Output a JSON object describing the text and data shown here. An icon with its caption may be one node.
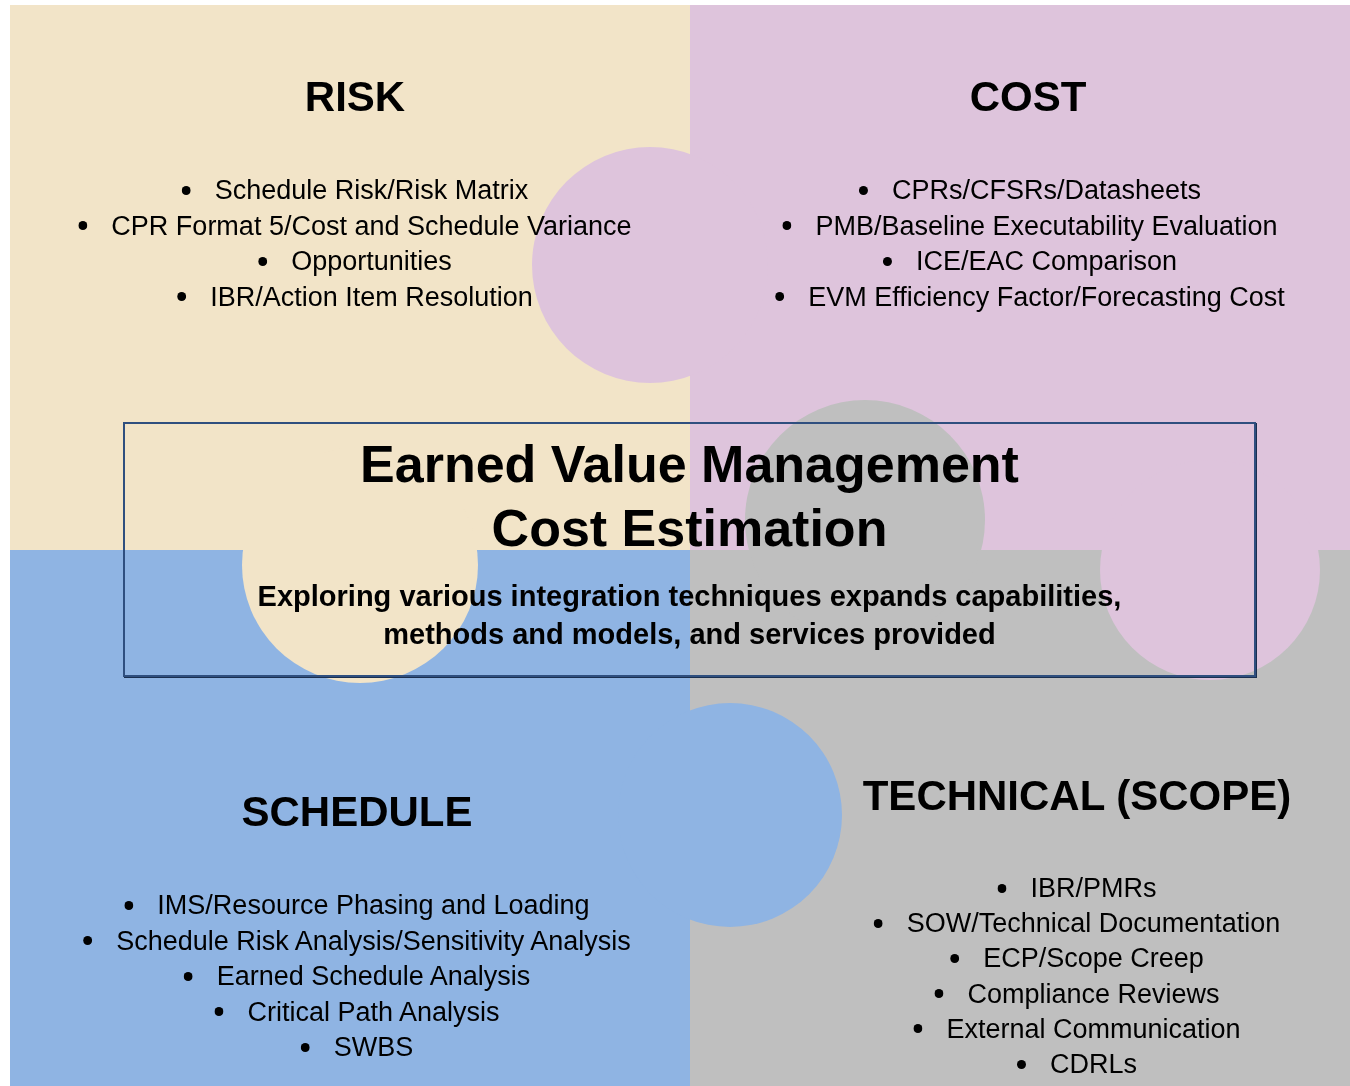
{
  "diagram": {
    "nodes": [
      {
        "text": [
          "RISK",
          "Schedule Risk/Risk Matrix",
          "CPR Format 5/Cost and Schedule Variance",
          "Opportunities",
          "IBR/Action Item Resolution"
        ]
      },
      {
        "text": [
          "COST",
          "CPRs/CFSRs/Datasheets",
          "PMB/Baseline Executability Evaluation",
          "ICE/EAC Comparison",
          "EVM Efficiency Factor/Forecasting Cost"
        ]
      },
      {
        "text": [
          "SCHEDULE",
          "IMS/Resource Phasing and Loading",
          "Schedule Risk Analysis/Sensitivity Analysis",
          "Earned Schedule Analysis",
          "Critical Path Analysis",
          "SWBS"
        ]
      },
      {
        "text": [
          "TECHNICAL (SCOPE)",
          "IBR/PMRs",
          "SOW/Technical Documentation",
          "ECP/Scope Creep",
          "Compliance Reviews",
          "External Communication",
          "CDRLs"
        ]
      },
      {
        "text": [
          "Earned Value Management Cost Estimation",
          "Exploring various integration techniques expands capabilities, methods and models, and services provided"
        ]
      }
    ],
    "edges": []
  }
}
